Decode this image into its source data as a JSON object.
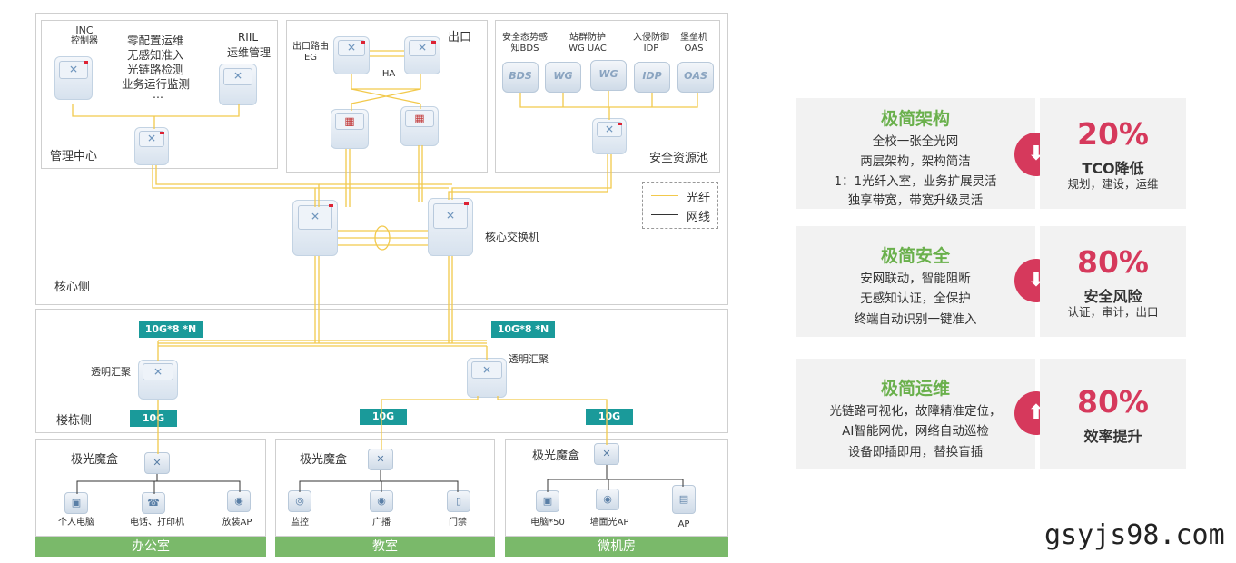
{
  "diagram": {
    "management": {
      "inc": "INC",
      "inc_sub": "控制器",
      "features": [
        "零配置运维",
        "无感知准入",
        "光链路检测",
        "业务运行监测",
        "..."
      ],
      "riil": "RIIL",
      "riil_sub": "运维管理",
      "label": "管理中心"
    },
    "egress": {
      "label": "出口",
      "router": "出口路由",
      "router_sub": "EG",
      "ha": "HA"
    },
    "security": {
      "devices": [
        {
          "label": "安全态势感",
          "label2": "知BDS",
          "icon": "BDS"
        },
        {
          "label": "站群防护",
          "label2": "WG UAC",
          "icon": "WG"
        },
        {
          "label": "入侵防御",
          "label2": "IDP",
          "icon": "WG"
        },
        {
          "label": "堡垒机",
          "label2": "OAS",
          "icon": "IDP"
        }
      ],
      "extra_icon": "OAS",
      "label": "安全资源池"
    },
    "legend": {
      "fiber": "光纤",
      "cable": "网线"
    },
    "core": {
      "switch_label": "核心交换机",
      "side_label": "核心侧"
    },
    "building": {
      "tag_left": "10G*8 *N",
      "tag_right": "10G*8 *N",
      "agg_left": "透明汇聚",
      "agg_right": "透明汇聚",
      "side_label": "楼栋侧",
      "tags_10g": [
        "10G",
        "10G",
        "10G"
      ]
    },
    "rooms": [
      {
        "box": "极光魔盒",
        "name": "办公室",
        "endpoints": [
          "个人电脑",
          "电话、打印机",
          "放装AP"
        ]
      },
      {
        "box": "极光魔盒",
        "name": "教室",
        "endpoints": [
          "监控",
          "广播",
          "门禁"
        ]
      },
      {
        "box": "极光魔盒",
        "name": "微机房",
        "endpoints": [
          "电脑*50",
          "墙面光AP",
          "AP"
        ]
      }
    ]
  },
  "cards": [
    {
      "title": "极简架构",
      "lines": [
        "全校一张全光网",
        "两层架构，架构简洁",
        "1：1光纤入室，业务扩展灵活",
        "独享带宽，带宽升级灵活"
      ],
      "arrow": "⬇",
      "pct": "20%",
      "kpi": "TCO降低",
      "kpi_sub": "规划，建设，运维"
    },
    {
      "title": "极简安全",
      "lines": [
        "安网联动，智能阻断",
        "无感知认证，全保护",
        "终端自动识别一键准入"
      ],
      "arrow": "⬇",
      "pct": "80%",
      "kpi": "安全风险",
      "kpi_sub": "认证，审计，出口"
    },
    {
      "title": "极简运维",
      "lines": [
        "光链路可视化，故障精准定位，",
        "AI智能网优，网络自动巡检",
        "设备即插即用，替换盲插"
      ],
      "arrow": "⬆",
      "pct": "80%",
      "kpi": "效率提升",
      "kpi_sub": ""
    }
  ],
  "watermark": "gsyjs98.com",
  "colors": {
    "fiber": "#f2c94c",
    "accent": "#d6395c",
    "title_green": "#6ab04c",
    "tag_teal": "#1a9a9a",
    "room_green": "#7ab96a"
  }
}
